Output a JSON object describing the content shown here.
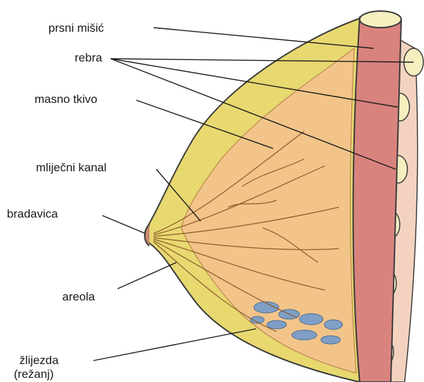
{
  "labels": {
    "pectoral_muscle": "prsni mišić",
    "ribs": "rebra",
    "fatty_tissue": "masno tkivo",
    "milk_duct": "mliječni kanal",
    "nipple": "bradavica",
    "areola": "areola",
    "gland_line1": "žlijezda",
    "gland_line2": "(režanj)"
  },
  "colors": {
    "fat": "#e8d870",
    "gland_tissue": "#f2c48a",
    "muscle": "#d9837e",
    "rib_fill": "#f6efc0",
    "chest_wall": "#f3d3c0",
    "lobule": "#7f9fc6",
    "outline": "#3a3a3a"
  }
}
